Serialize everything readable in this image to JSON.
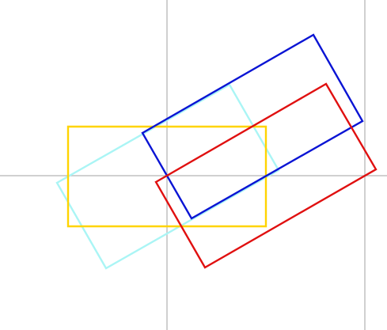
{
  "diagram": {
    "background": "#ffffff",
    "grid_color": "#c0c0c0",
    "rectangles": [
      {
        "name": "yellow-rect",
        "color": "#ffd400"
      },
      {
        "name": "cyan-rect",
        "color": "#aaf5f5"
      },
      {
        "name": "blue-rect",
        "color": "#0a14d4"
      },
      {
        "name": "red-rect",
        "color": "#e01010"
      }
    ]
  }
}
